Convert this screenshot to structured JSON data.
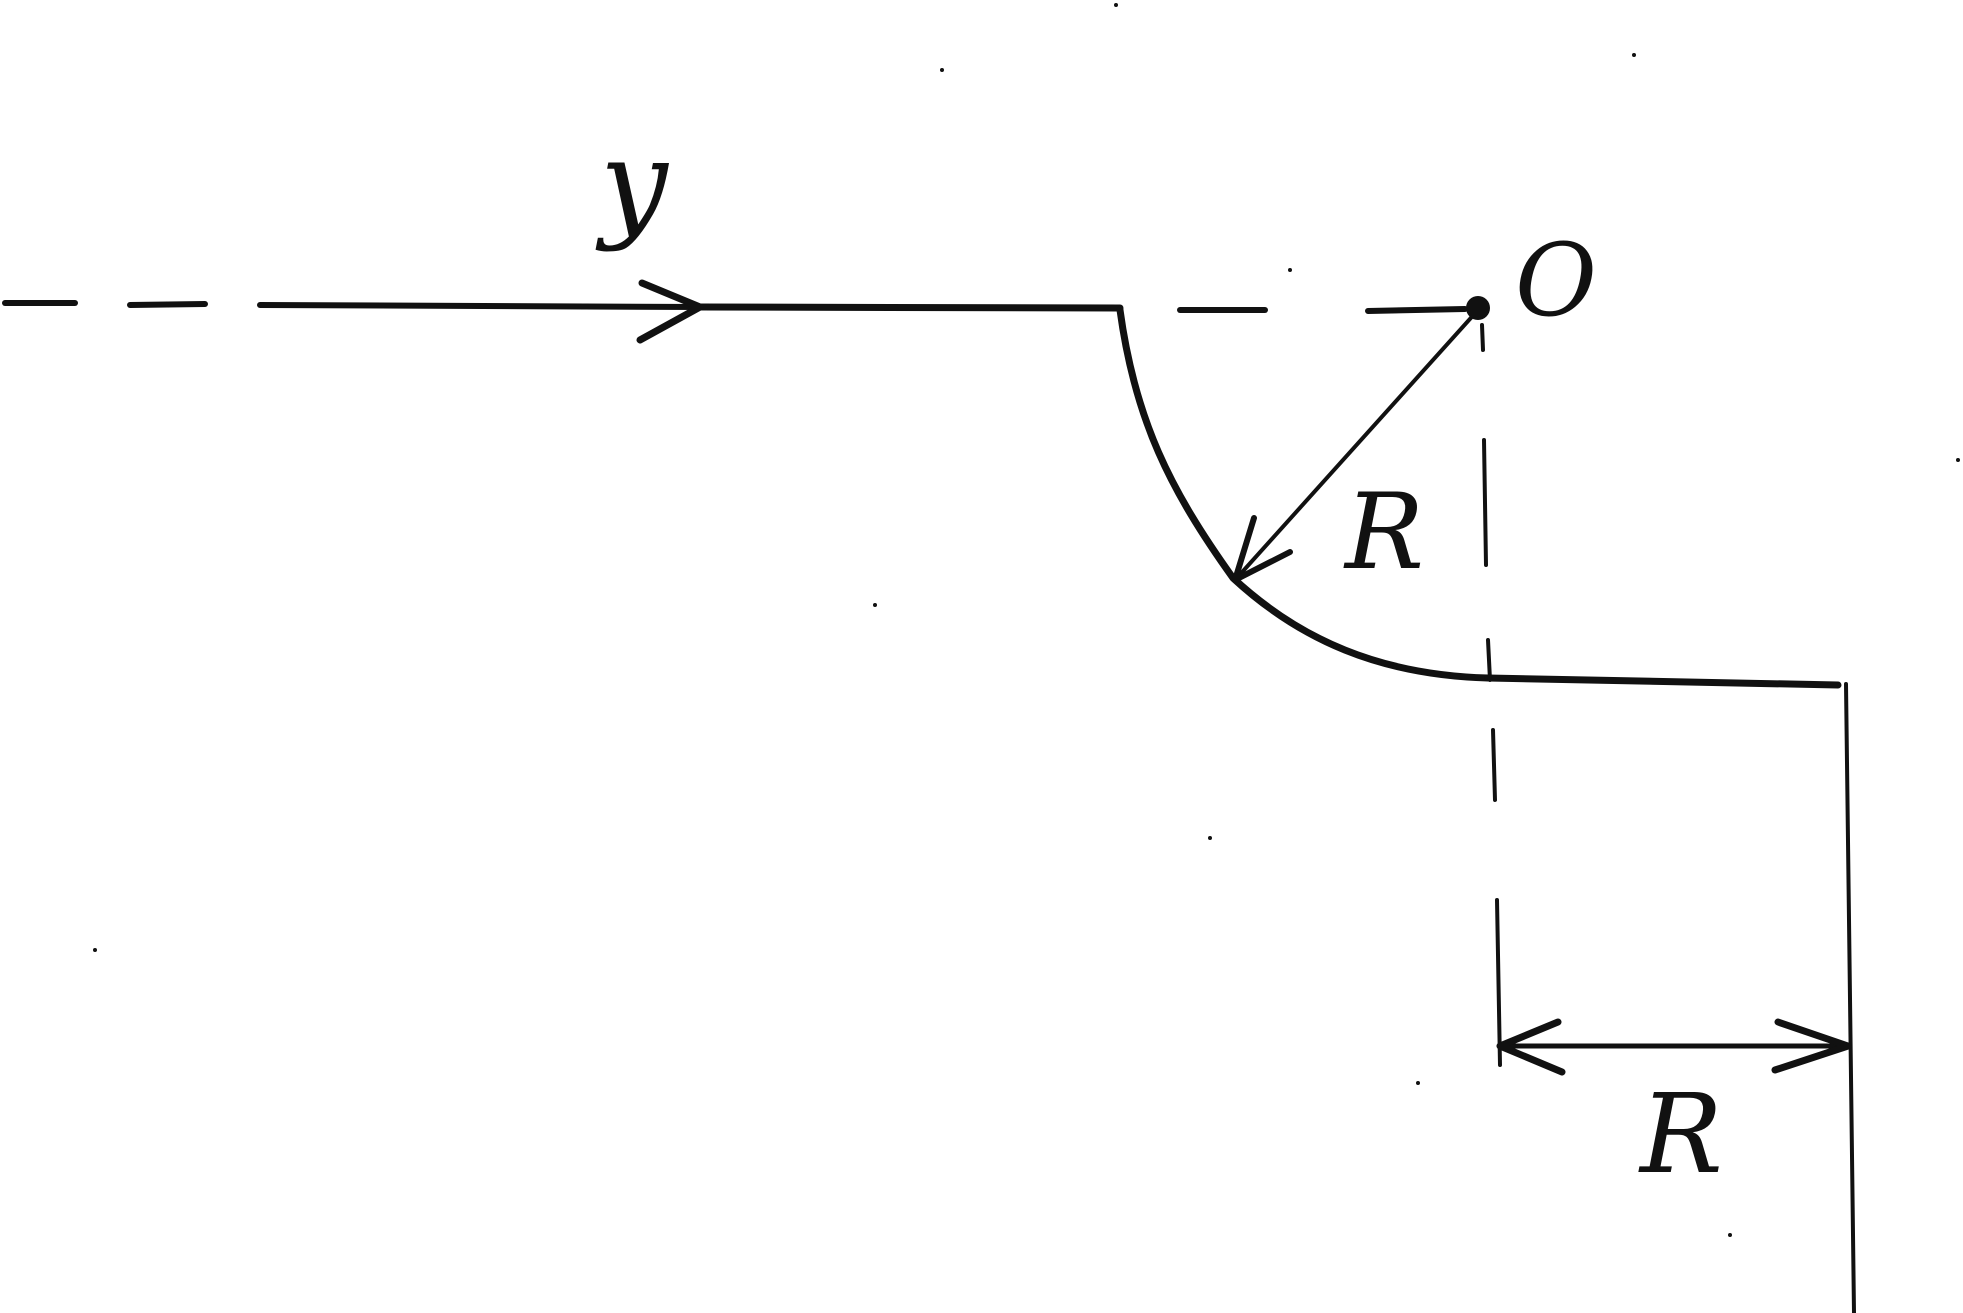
{
  "diagram": {
    "labels": {
      "velocity": "y",
      "center": "O",
      "radius_arc": "R",
      "radius_dimension": "R"
    },
    "colors": {
      "ink": "#111111",
      "background": "#ffffff"
    }
  }
}
